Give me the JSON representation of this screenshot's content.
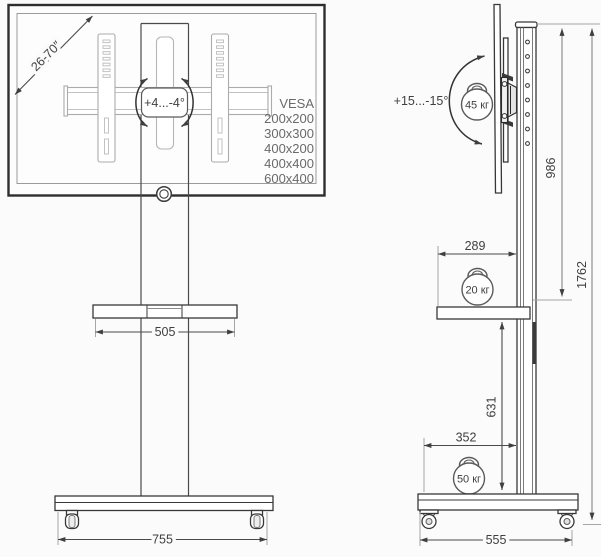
{
  "front": {
    "diagonal_label": "26-70″",
    "swivel_label": "+4...-4°",
    "vesa_title": "VESA",
    "vesa_sizes": [
      "200x200",
      "300x300",
      "400x200",
      "400x400",
      "600x400"
    ],
    "shelf_width": "505",
    "base_width": "755"
  },
  "side": {
    "tilt_label": "+15...-15°",
    "screen_load": "45 кг",
    "shelf_load": "20 кг",
    "base_load": "50 кг",
    "column_height": "986",
    "total_height": "1762",
    "shelf_height": "631",
    "shelf_depth": "289",
    "base_front_depth": "352",
    "base_depth": "555"
  },
  "colors": {
    "outline": "#383838",
    "light_outline": "#ababab",
    "dimension": "#4a4a4a",
    "text": "#3f3f3f",
    "vesa_text": "#6a6a6a",
    "background": "#fbfbfb"
  }
}
